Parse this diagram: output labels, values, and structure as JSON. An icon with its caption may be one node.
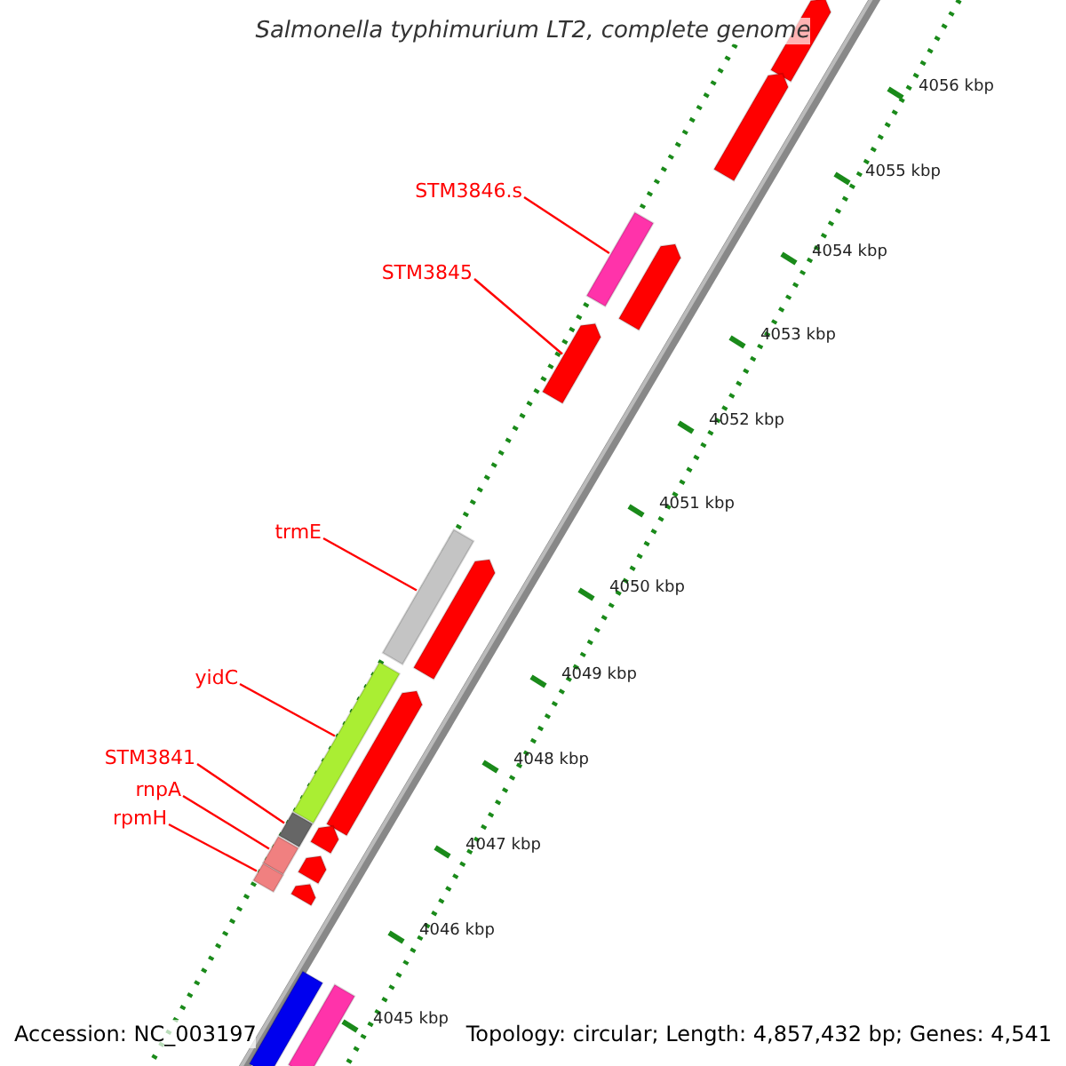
{
  "diagram": {
    "title": "Salmonella typhimurium LT2, complete genome",
    "nodes": [
      {
        "text": [
          "STM3846.s"
        ]
      },
      {
        "text": [
          "STM3845"
        ]
      },
      {
        "text": [
          "trmE"
        ]
      },
      {
        "text": [
          "yidC"
        ]
      },
      {
        "text": [
          "STM3841"
        ]
      },
      {
        "text": [
          "rnpA"
        ]
      },
      {
        "text": [
          "rpmH"
        ]
      },
      {
        "text": [],
        "shape": "pentagon"
      },
      {
        "text": [],
        "shape": "pentagon"
      },
      {
        "text": [],
        "shape": "bar"
      },
      {
        "text": [],
        "shape": "pentagon"
      },
      {
        "text": [],
        "shape": "pentagon"
      },
      {
        "text": [],
        "shape": "bar"
      },
      {
        "text": [],
        "shape": "pentagon"
      },
      {
        "text": [],
        "shape": "bar"
      },
      {
        "text": [],
        "shape": "pentagon"
      },
      {
        "text": [],
        "shape": "bar"
      },
      {
        "text": [],
        "shape": "pentagon"
      },
      {
        "text": [],
        "shape": "bar"
      },
      {
        "text": [],
        "shape": "pentagon"
      },
      {
        "text": [],
        "shape": "bar"
      },
      {
        "text": [],
        "shape": "pentagon"
      },
      {
        "text": [],
        "shape": "bar"
      },
      {
        "text": [],
        "shape": "bar"
      }
    ],
    "edges": [
      {
        "from": 0,
        "to": 9,
        "arrow": "none",
        "color": "#ff0000"
      },
      {
        "from": 1,
        "to": 11,
        "arrow": "none",
        "color": "#ff0000"
      },
      {
        "from": 2,
        "to": 12,
        "arrow": "none",
        "color": "#ff0000"
      },
      {
        "from": 3,
        "to": 14,
        "arrow": "none",
        "color": "#ff0000"
      },
      {
        "from": 4,
        "to": 16,
        "arrow": "none",
        "color": "#ff0000"
      },
      {
        "from": 5,
        "to": 18,
        "arrow": "none",
        "color": "#ff0000"
      },
      {
        "from": 6,
        "to": 20,
        "arrow": "none",
        "color": "#ff0000"
      }
    ],
    "labels": [
      "4056 kbp",
      "4055 kbp",
      "4054 kbp",
      "4053 kbp",
      "4052 kbp",
      "4051 kbp",
      "4050 kbp",
      "4049 kbp",
      "4048 kbp",
      "4047 kbp",
      "4046 kbp",
      "4045 kbp",
      "Accession: NC_003197",
      "Topology: circular; Length: 4,857,432 bp; Genes: 4,541"
    ]
  }
}
